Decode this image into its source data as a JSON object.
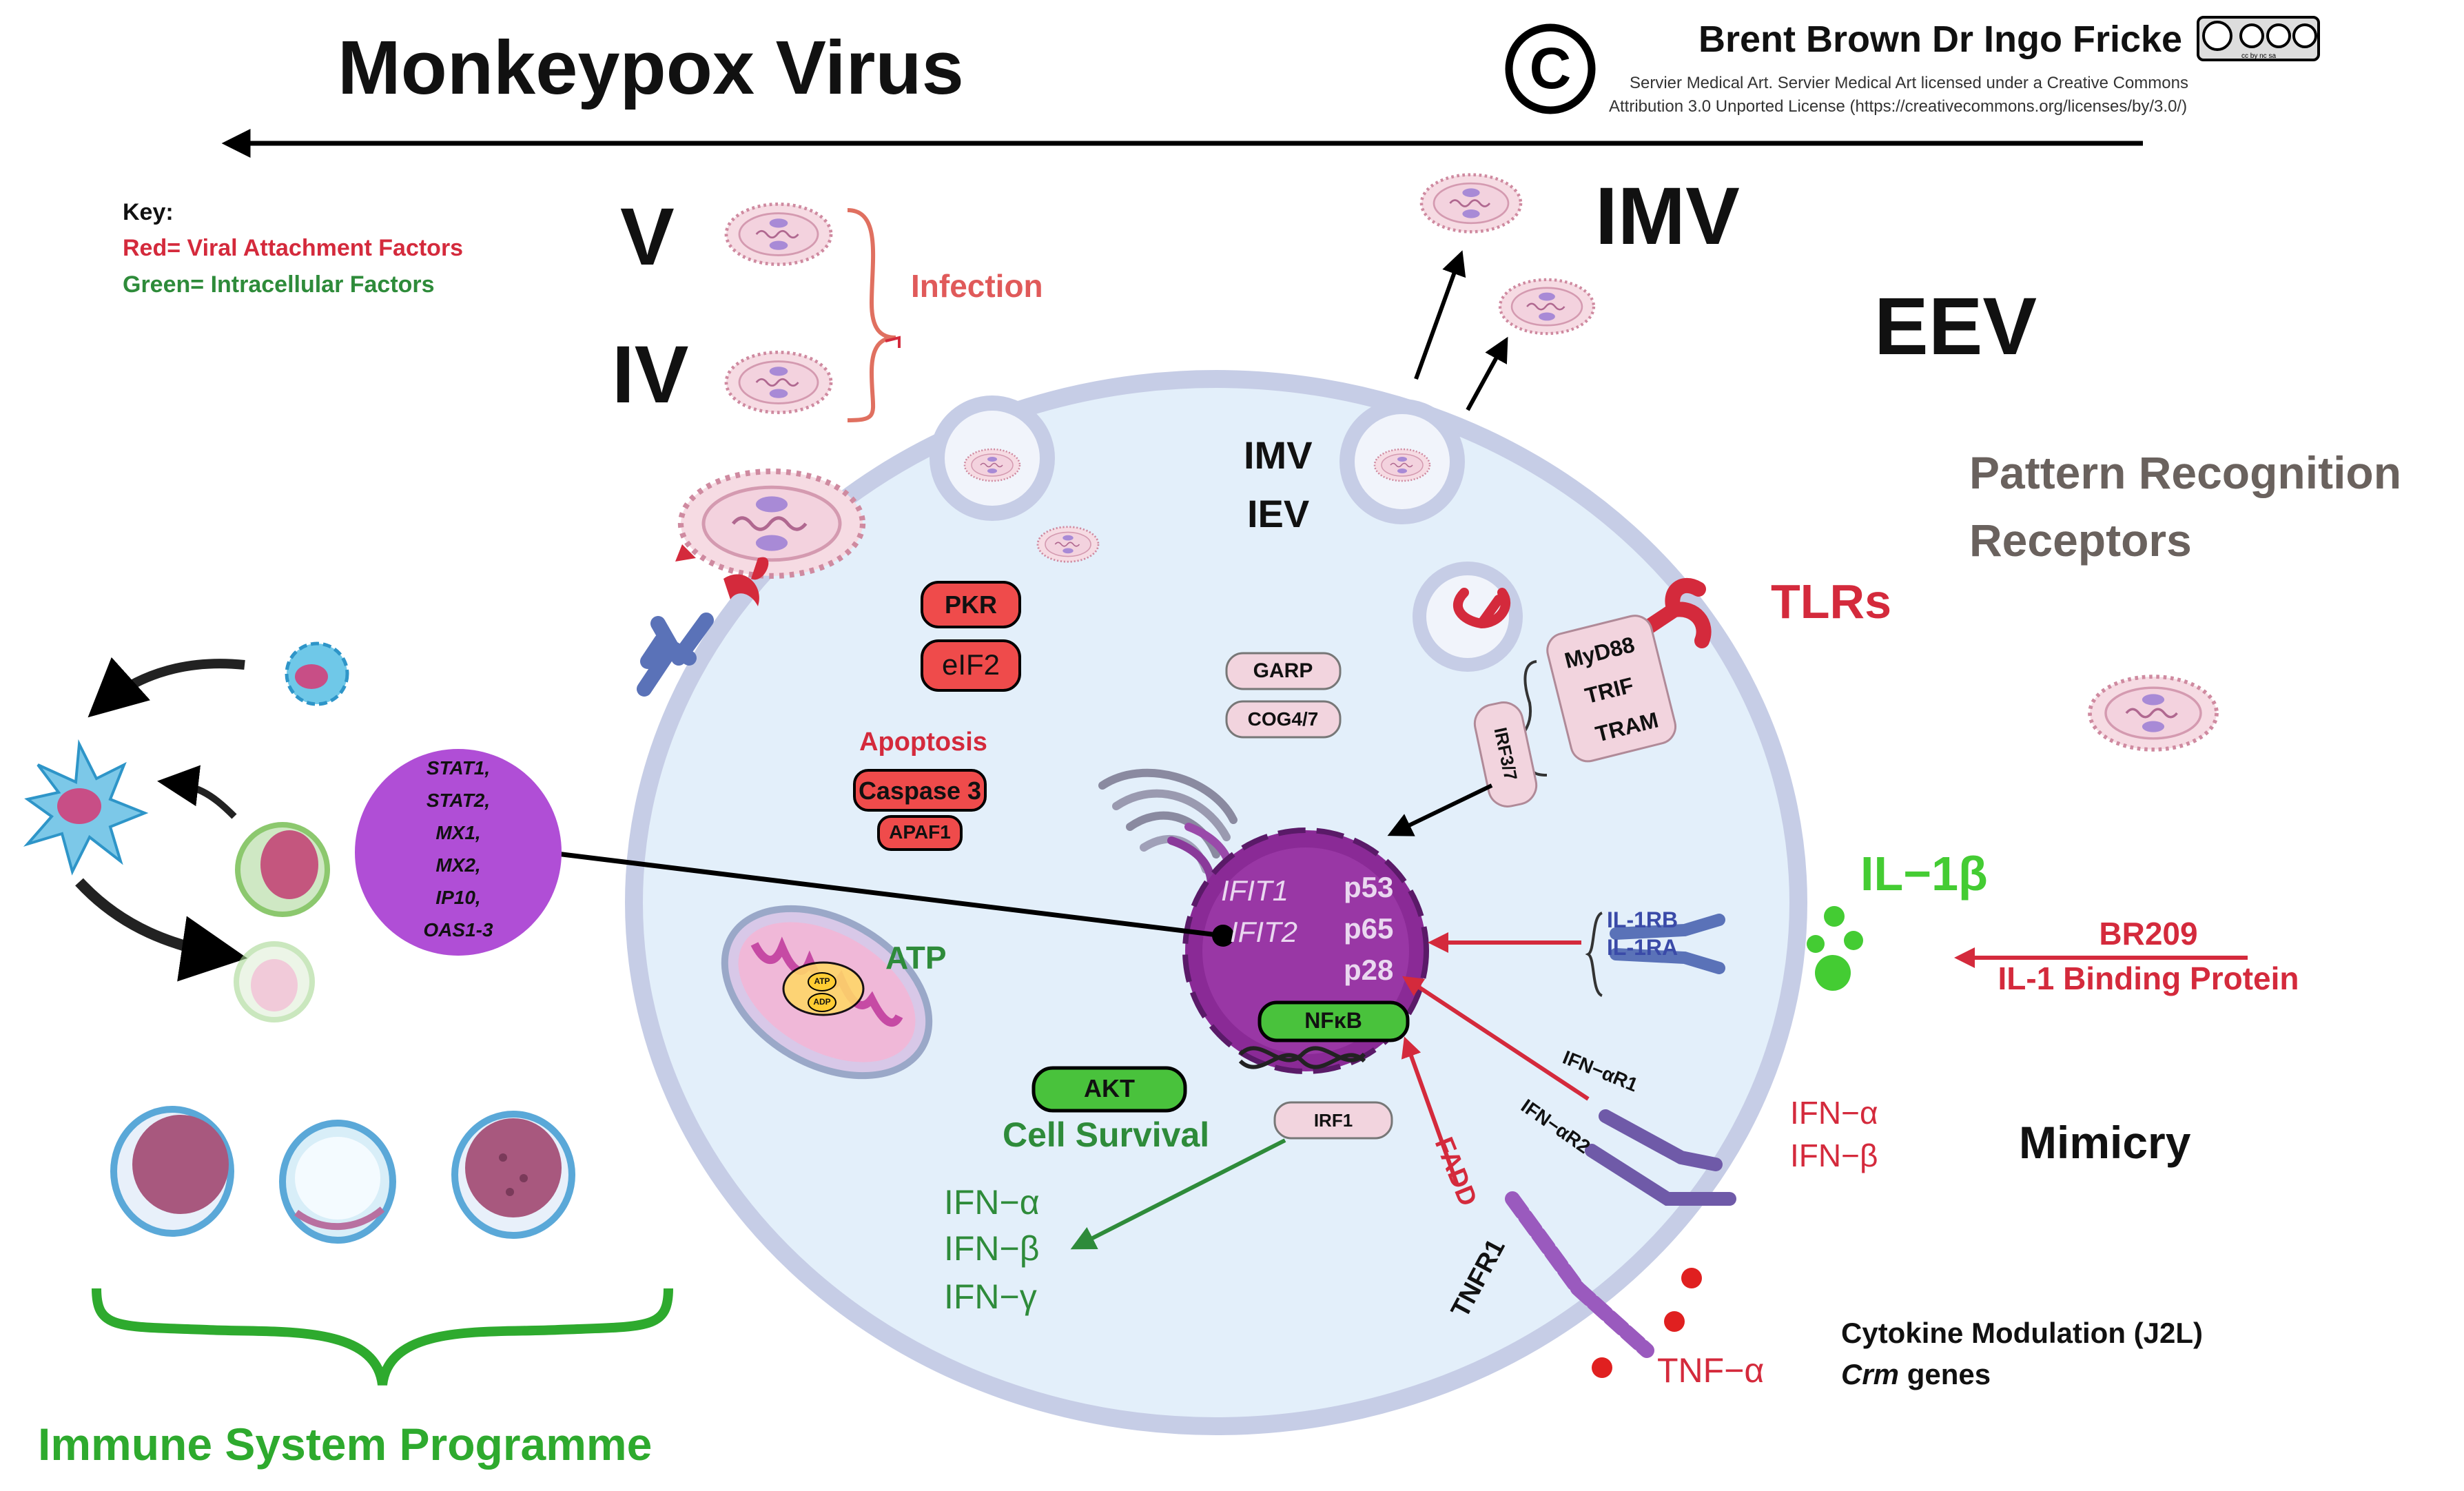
{
  "header": {
    "title": "Monkeypox Virus",
    "copyright_symbol": "©",
    "authors": "Brent Brown Dr Ingo Fricke",
    "license_badge": "cc by nc sa",
    "attribution_line1": "Servier Medical Art. Servier Medical Art licensed under a Creative Commons",
    "attribution_line2": "Attribution 3.0 Unported License (https://creativecommons.org/licenses/by/3.0/)"
  },
  "key": {
    "title": "Key:",
    "red": "Red= Viral Attachment Factors",
    "green": "Green= Intracellular Factors"
  },
  "virion_forms": {
    "v": "V",
    "iv": "IV",
    "infection": "Infection",
    "imv": "IMV",
    "eev": "EEV",
    "imv_inner": "IMV",
    "iev_inner": "IEV"
  },
  "receptors": {
    "prr_line1": "Pattern Recognition",
    "prr_line2": "Receptors",
    "tlrs": "TLRs",
    "myd88": "MyD88",
    "trif": "TRIF",
    "tram": "TRAM",
    "irf37": "IRF3/7"
  },
  "intracellular": {
    "pkr": "PKR",
    "eif2": "eIF2",
    "apoptosis": "Apoptosis",
    "caspase3": "Caspase 3",
    "apaf1": "APAF1",
    "garp": "GARP",
    "cog47": "COG4/7",
    "atp": "ATP",
    "atp_molecule": "ATP",
    "adp_molecule": "ADP",
    "akt": "AKT",
    "cell_survival": "Cell Survival",
    "irf1": "IRF1",
    "nfkb": "NFκB",
    "ifit1": "IFIT1",
    "ifit2": "IFIT2",
    "p53": "p53",
    "p65": "p65",
    "p28": "p28"
  },
  "isg_list": [
    "STAT1,",
    "STAT2,",
    "MX1,",
    "MX2,",
    "IP10,",
    "OAS1-3"
  ],
  "outputs": {
    "ifn_alpha": "IFN−α",
    "ifn_beta": "IFN−β",
    "ifn_gamma": "IFN−γ"
  },
  "right_side": {
    "il1b": "IL−1β",
    "il1rb": "IL-1RB",
    "il1ra": "IL-1RA",
    "br209": "BR209",
    "il1_binding_protein": "IL-1 Binding Protein",
    "ifn_ar1": "IFN−αR1",
    "ifn_ar2": "IFN−αR2",
    "ifn_alpha": "IFN−α",
    "ifn_beta": "IFN−β",
    "mimicry": "Mimicry",
    "fadd": "FADD",
    "tnfr1": "TNFR1",
    "tnf_alpha": "TNF−α",
    "cytokine_modulation": "Cytokine Modulation (J2L)",
    "crm_italic": "Crm",
    "crm_rest": " genes"
  },
  "immune": {
    "label": "Immune System Programme"
  },
  "colors": {
    "viral_red": "#d42a3c",
    "intracellular_green": "#2e8b3a",
    "cell_fill": "#e3effa",
    "cell_membrane": "#c6cde6",
    "nucleus_purple": "#8a2a96",
    "isg_purple": "#b04ed6",
    "nfkb_green": "#49c23c",
    "il1b_green": "#44cc33",
    "receptor_blue": "#5a72b8",
    "gray_text": "#6a625e"
  }
}
